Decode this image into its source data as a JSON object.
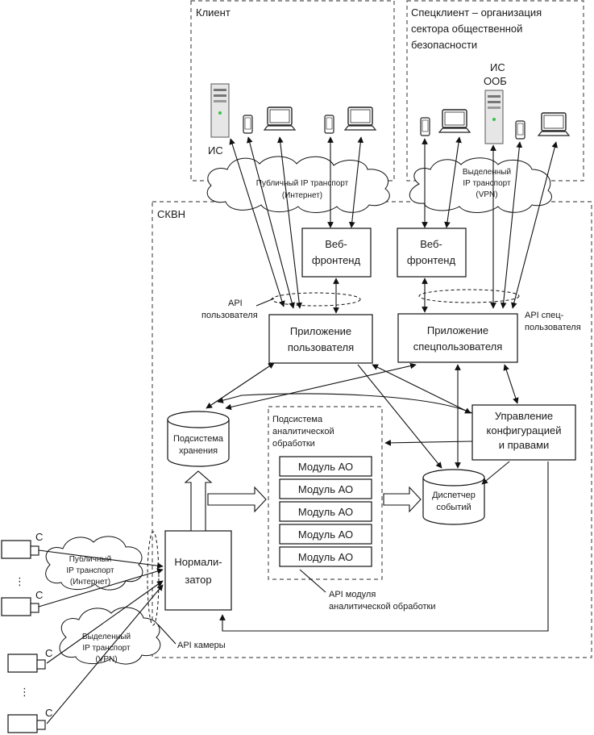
{
  "zones": {
    "client": "Клиент",
    "special_client": [
      "Спецклиент – организация",
      "сектора общественной",
      "безопасности"
    ],
    "skvn": "СКВН"
  },
  "client_devices": {
    "is_label": "ИС"
  },
  "special_devices": {
    "is_label": "ИС",
    "oob_label": "ООБ"
  },
  "clouds": {
    "public_top": [
      "Публичный IP транспорт",
      "(Интернет)"
    ],
    "vpn_top": [
      "Выделенный",
      "IP транспорт",
      "(VPN)"
    ],
    "public_left": [
      "Публичный",
      "IP транспорт",
      "(Интернет)"
    ],
    "vpn_left": [
      "Выделенный",
      "IP транспорт",
      "(VPN)"
    ]
  },
  "boxes": {
    "web_frontend_left": [
      "Веб-",
      "фронтенд"
    ],
    "web_frontend_right": [
      "Веб-",
      "фронтенд"
    ],
    "user_app": [
      "Приложение",
      "пользователя"
    ],
    "special_app": [
      "Приложение",
      "спецпользователя"
    ],
    "config_mgmt": [
      "Управление",
      "конфигурацией",
      "и правами"
    ],
    "normalizer": [
      "Нормали-",
      "затор"
    ]
  },
  "storage": [
    "Подсистема",
    "хранения"
  ],
  "event_dispatcher": [
    "Диспетчер",
    "событий"
  ],
  "analytics": {
    "title": [
      "Подсистема",
      "аналитической",
      "обработки"
    ],
    "modules": [
      "Модуль АО",
      "Модуль АО",
      "Модуль АО",
      "Модуль АО",
      "Модуль АО"
    ]
  },
  "api_labels": {
    "user": [
      "API",
      "пользователя"
    ],
    "special": [
      "API спец-",
      "пользователя"
    ],
    "camera": "API камеры",
    "analytics_module": [
      "API модуля",
      "аналитической обработки"
    ]
  },
  "cameras": {
    "label": "C",
    "dots": "⋮"
  }
}
